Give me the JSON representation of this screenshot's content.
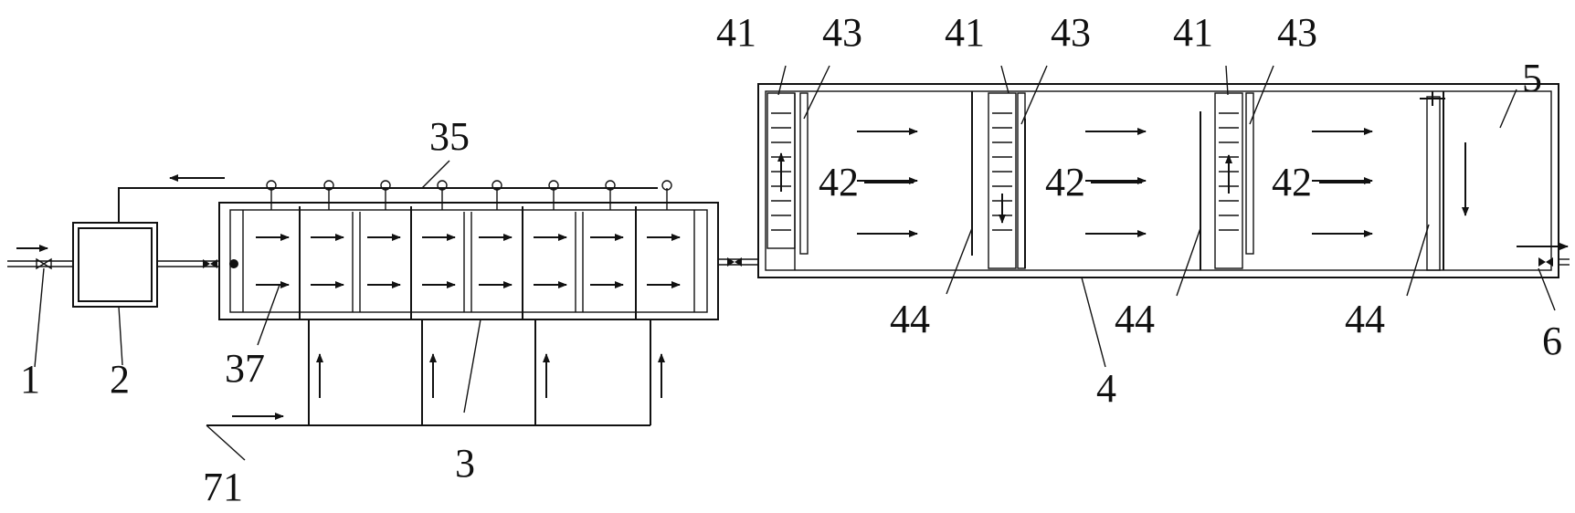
{
  "diagram": {
    "labels": {
      "inlet_pipe": "1",
      "pretreatment_tank": "2",
      "reaction_tank": "3",
      "settling_tank": "4",
      "outlet_chamber": "5",
      "outlet_pipe": "6",
      "gas_inlet": "71",
      "collection_pipe": "35",
      "chamber": "37",
      "weir_left_1": "41",
      "weir_left_2": "41",
      "weir_left_3": "41",
      "flow_zone_1": "42",
      "flow_zone_2": "42",
      "flow_zone_3": "42",
      "baffle_1": "43",
      "baffle_2": "43",
      "baffle_3": "43",
      "plate_1": "44",
      "plate_2": "44",
      "plate_3": "44"
    }
  }
}
